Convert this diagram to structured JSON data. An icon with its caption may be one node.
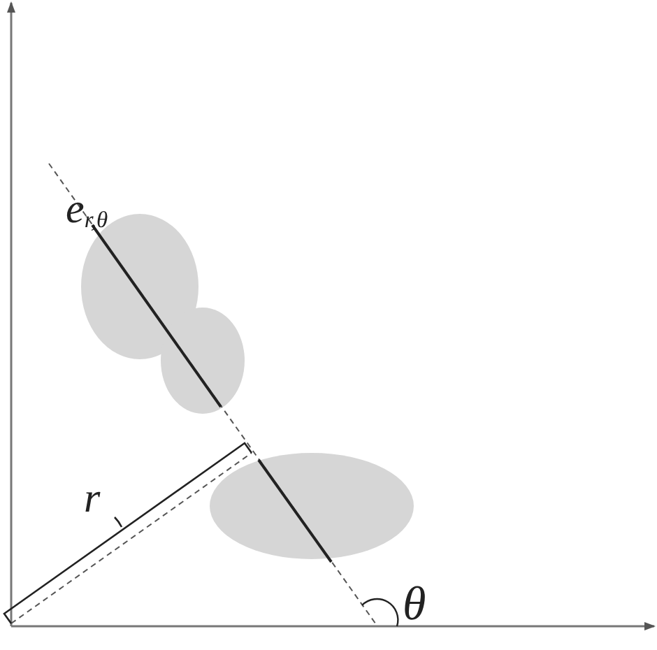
{
  "diagram": {
    "labels": [
      "e$_{r,θ}$",
      "r",
      "θ"
    ]
  }
}
